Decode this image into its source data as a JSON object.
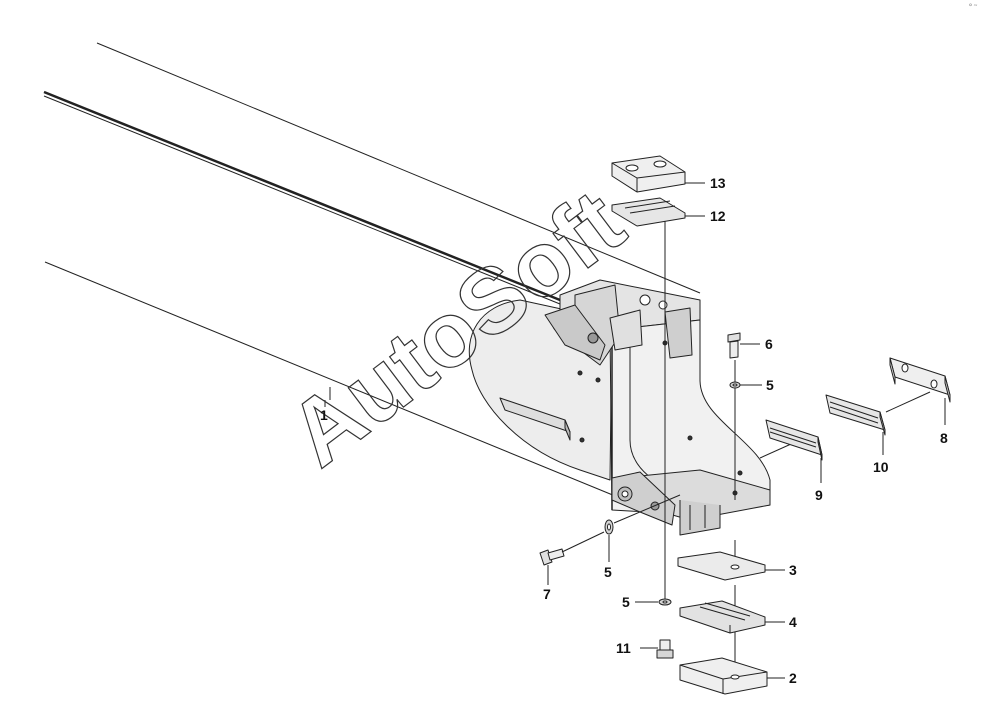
{
  "diagram": {
    "type": "exploded-parts-diagram",
    "watermark": "AutoSoft",
    "corner_mark": "˚˜",
    "colors": {
      "line": "#222222",
      "fill": "#e9e9e9",
      "fill_dark": "#bdbdbd",
      "background": "#ffffff"
    },
    "parts": [
      {
        "label": "1"
      },
      {
        "label": "2"
      },
      {
        "label": "3"
      },
      {
        "label": "4"
      },
      {
        "label": "5"
      },
      {
        "label": "5"
      },
      {
        "label": "5"
      },
      {
        "label": "6"
      },
      {
        "label": "7"
      },
      {
        "label": "8"
      },
      {
        "label": "9"
      },
      {
        "label": "10"
      },
      {
        "label": "11"
      },
      {
        "label": "12"
      },
      {
        "label": "13"
      }
    ]
  }
}
